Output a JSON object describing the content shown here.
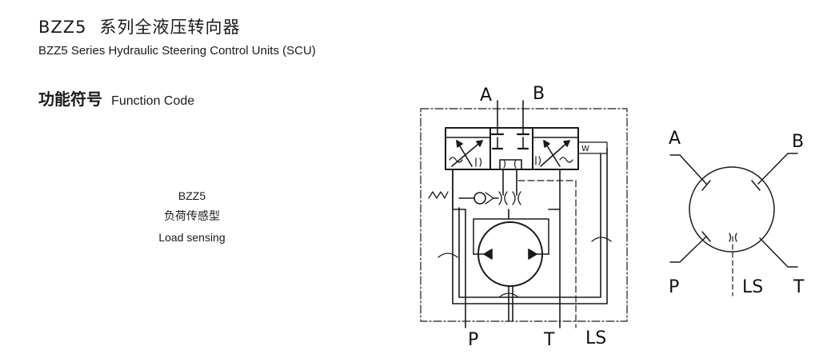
{
  "header": {
    "title_code": "BZZ5",
    "title_cn": "系列全液压转向器",
    "title_en": "BZZ5  Series Hydraulic Steering Control Units (SCU)"
  },
  "section": {
    "label_cn": "功能符号",
    "label_en": "Function Code"
  },
  "model": {
    "code": "BZZ5",
    "type_cn": "负荷传感型",
    "type_en": "Load sensing"
  },
  "schematic": {
    "port_a": "A",
    "port_b": "B",
    "port_p": "P",
    "port_t": "T",
    "port_ls": "LS",
    "spring_mark": "W"
  },
  "symbol": {
    "port_a": "A",
    "port_b": "B",
    "port_p": "P",
    "port_ls": "LS",
    "port_t": "T"
  }
}
